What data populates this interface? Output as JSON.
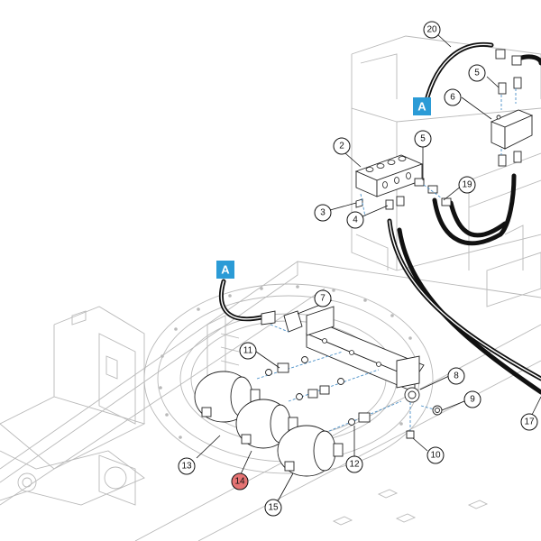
{
  "callouts": [
    {
      "id": "c2",
      "text": "2"
    },
    {
      "id": "c3",
      "text": "3"
    },
    {
      "id": "c4",
      "text": "4"
    },
    {
      "id": "c5a",
      "text": "5"
    },
    {
      "id": "c5b",
      "text": "5"
    },
    {
      "id": "c6",
      "text": "6"
    },
    {
      "id": "c7",
      "text": "7"
    },
    {
      "id": "c8",
      "text": "8"
    },
    {
      "id": "c9",
      "text": "9"
    },
    {
      "id": "c10",
      "text": "10"
    },
    {
      "id": "c11",
      "text": "11"
    },
    {
      "id": "c12",
      "text": "12"
    },
    {
      "id": "c13",
      "text": "13"
    },
    {
      "id": "c14",
      "text": "14",
      "highlight": true
    },
    {
      "id": "c15",
      "text": "15"
    },
    {
      "id": "c17",
      "text": "17"
    },
    {
      "id": "c19",
      "text": "19"
    },
    {
      "id": "c20",
      "text": "20"
    }
  ],
  "connector_labels": [
    {
      "id": "A_top",
      "text": "A"
    },
    {
      "id": "A_left",
      "text": "A"
    }
  ],
  "colors": {
    "label_blue": "#2b9bd6",
    "highlight_red": "#e57373",
    "frame_grey": "#b9b9b9",
    "ink": "#111111"
  }
}
